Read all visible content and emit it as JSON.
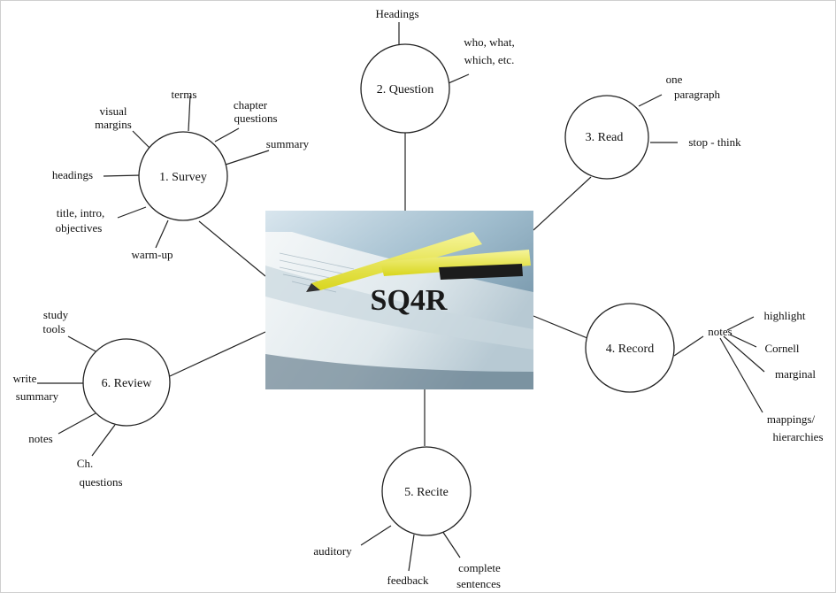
{
  "title": "SQ4R",
  "nodes": {
    "survey": "1. Survey",
    "question": "2. Question",
    "read": "3. Read",
    "record": "4. Record",
    "recite": "5. Recite",
    "review": "6. Review"
  },
  "survey": {
    "terms": "terms",
    "visual_margins": [
      "visual",
      "margins"
    ],
    "chapter_questions": [
      "chapter",
      "questions"
    ],
    "summary": "summary",
    "headings": "headings",
    "title_intro_objectives": [
      "title, intro,",
      "objectives"
    ],
    "warm_up": "warm-up"
  },
  "question": {
    "headings": "Headings",
    "who_what": [
      "who, what,",
      "which, etc."
    ]
  },
  "read": {
    "one_paragraph": [
      "one",
      "paragraph"
    ],
    "stop_think": "stop - think"
  },
  "record": {
    "notes": "notes",
    "highlight": "highlight",
    "cornell": "Cornell",
    "marginal": "marginal",
    "mappings": [
      "mappings/",
      "hierarchies"
    ]
  },
  "recite": {
    "auditory": "auditory",
    "feedback": "feedback",
    "complete_sentences": [
      "complete",
      "sentences"
    ]
  },
  "review": {
    "study_tools": [
      "study",
      "tools"
    ],
    "write_summary": [
      "write",
      "summary"
    ],
    "notes": "notes",
    "ch_questions": [
      "Ch.",
      "questions"
    ]
  }
}
